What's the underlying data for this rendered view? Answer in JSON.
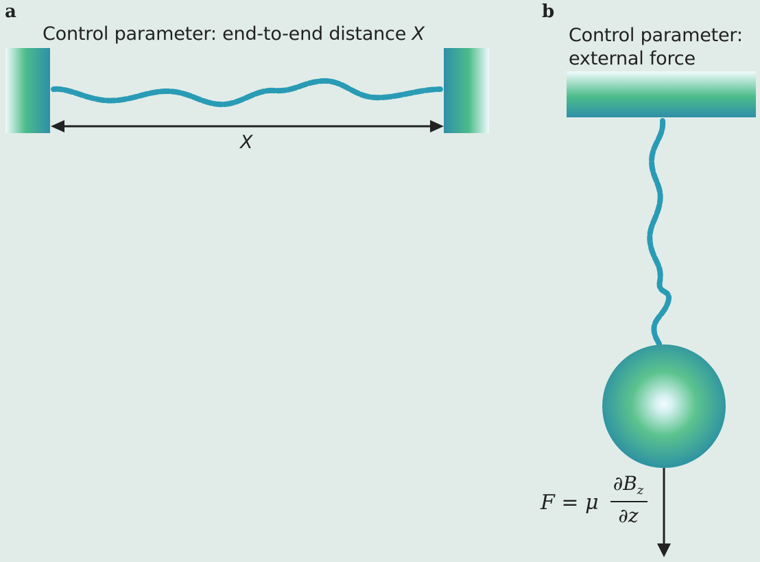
{
  "panel_a": {
    "letter": "a",
    "caption_prefix": "Control parameter: end-to-end distance ",
    "caption_var": "X",
    "distance_label": "X"
  },
  "panel_b": {
    "letter": "b",
    "caption_line1": "Control parameter:",
    "caption_line2": "external force",
    "force_lhs": "F",
    "force_eq": "=",
    "force_mu": "μ",
    "frac_num_sym": "∂B",
    "frac_num_sub": "z",
    "frac_den": "∂z"
  },
  "colors": {
    "background": "#e1ece8",
    "chain": "#2a9bb5",
    "plate_dark": "#2f8fa8",
    "plate_mid": "#4cbc8a",
    "plate_light": "#e6f6fa",
    "arrow": "#222222"
  }
}
